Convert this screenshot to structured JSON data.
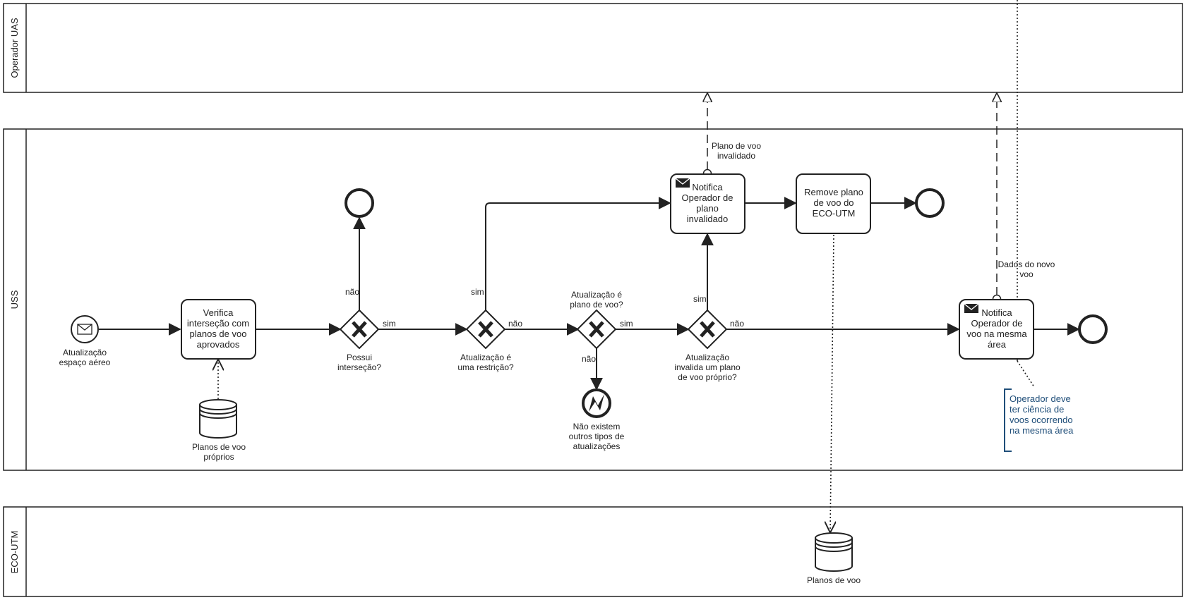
{
  "lanes": {
    "operador": "Operador UAS",
    "uss": "USS",
    "eco": "ECO-UTM"
  },
  "events": {
    "start_label": [
      "Atualização",
      "espaço aéreo"
    ],
    "error_label": [
      "Não existem",
      "outros tipos de",
      "atualizações"
    ]
  },
  "tasks": {
    "verifica": [
      "Verifica",
      "interseção com",
      "planos de voo",
      "aprovados"
    ],
    "notifica_invalidado": [
      "Notifica",
      "Operador de",
      "plano",
      "invalidado"
    ],
    "remove": [
      "Remove plano",
      "de voo do",
      "ECO-UTM"
    ],
    "notifica_area": [
      "Notifica",
      "Operador de",
      "voo na mesma",
      "área"
    ]
  },
  "gateways": {
    "g1_label": [
      "Possui",
      "interseção?"
    ],
    "g2_label": [
      "Atualização é",
      "uma restrição?"
    ],
    "g3_label": [
      "Atualização é",
      "plano de voo?"
    ],
    "g4_label": [
      "Atualização",
      "invalida um plano",
      "de voo próprio?"
    ]
  },
  "flow_labels": {
    "g1_nao": "não",
    "g1_sim": "sim",
    "g2_sim": "sim",
    "g2_nao": "não",
    "g3_sim": "sim",
    "g3_nao": "não",
    "g4_sim": "sim",
    "g4_nao": "não"
  },
  "messages": {
    "plano_invalidado": [
      "Plano de voo",
      "invalidado"
    ],
    "dados_novo_voo": [
      "Dados do novo",
      "voo"
    ]
  },
  "data_stores": {
    "proprios": [
      "Planos de voo",
      "próprios"
    ],
    "eco": [
      "Planos de voo"
    ]
  },
  "annotation": [
    "Operador deve",
    "ter ciência de",
    "voos ocorrendo",
    "na mesma área"
  ],
  "colors": {
    "stroke": "#222222",
    "annotation": "#1f4e79"
  }
}
